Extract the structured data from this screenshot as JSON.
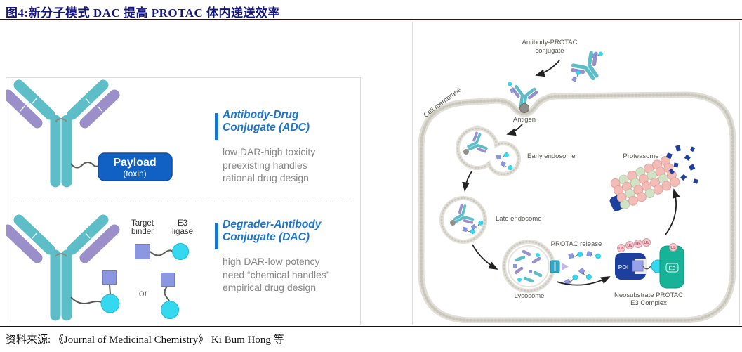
{
  "title": "图4:新分子模式 DAC 提高 PROTAC 体内递送效率",
  "source": "资料来源: 《Journal of Medicinal Chemistry》 Ki Bum Hong 等",
  "left_panel": {
    "adc": {
      "payload": "Payload",
      "payload_sub": "(toxin)",
      "title_line1": "Antibody-Drug",
      "title_line2": "Conjugate (ADC)",
      "bullets": [
        "low DAR-high toxicity",
        "preexisting handles",
        "rational drug design"
      ]
    },
    "dac": {
      "target_binder_line1": "Target",
      "target_binder_line2": "binder",
      "e3_line1": "E3",
      "e3_line2": "ligase",
      "or_label": "or",
      "title_line1": "Degrader-Antibody",
      "title_line2": "Conjugate (DAC)",
      "bullets": [
        "high DAR-low potency",
        "need “chemical handles”",
        "empirical drug design"
      ]
    }
  },
  "cell_diagram": {
    "conjugate_line1": "Antibody-PROTAC",
    "conjugate_line2": "conjugate",
    "cell_membrane": "Cell membrane",
    "antigen": "Antigen",
    "early_endosome": "Early endosome",
    "late_endosome": "Late endosome",
    "lysosome": "Lysosome",
    "protac_release": "PROTAC release",
    "proteasome": "Proteasome",
    "poi": "POI",
    "e3": "E3",
    "ub": "Ub",
    "complex_line1": "Neosubstrate PROTAC",
    "complex_line2": "E3 Complex"
  },
  "colors": {
    "title_text": "#14147d",
    "title_rule": "#2a1212",
    "accent_blue": "#1b75cc",
    "antibody_teal": "#5ebec8",
    "antibody_purple": "#9a8fc8",
    "payload_bg": "#1160c4",
    "cyan_ligase": "#35d9ef",
    "ligand_square": "#8b97e0",
    "poi_blue": "#1d3f9e",
    "e3_green": "#16b398",
    "ub_pink": "#f3ccd1",
    "cell_fill": "#edece8"
  }
}
